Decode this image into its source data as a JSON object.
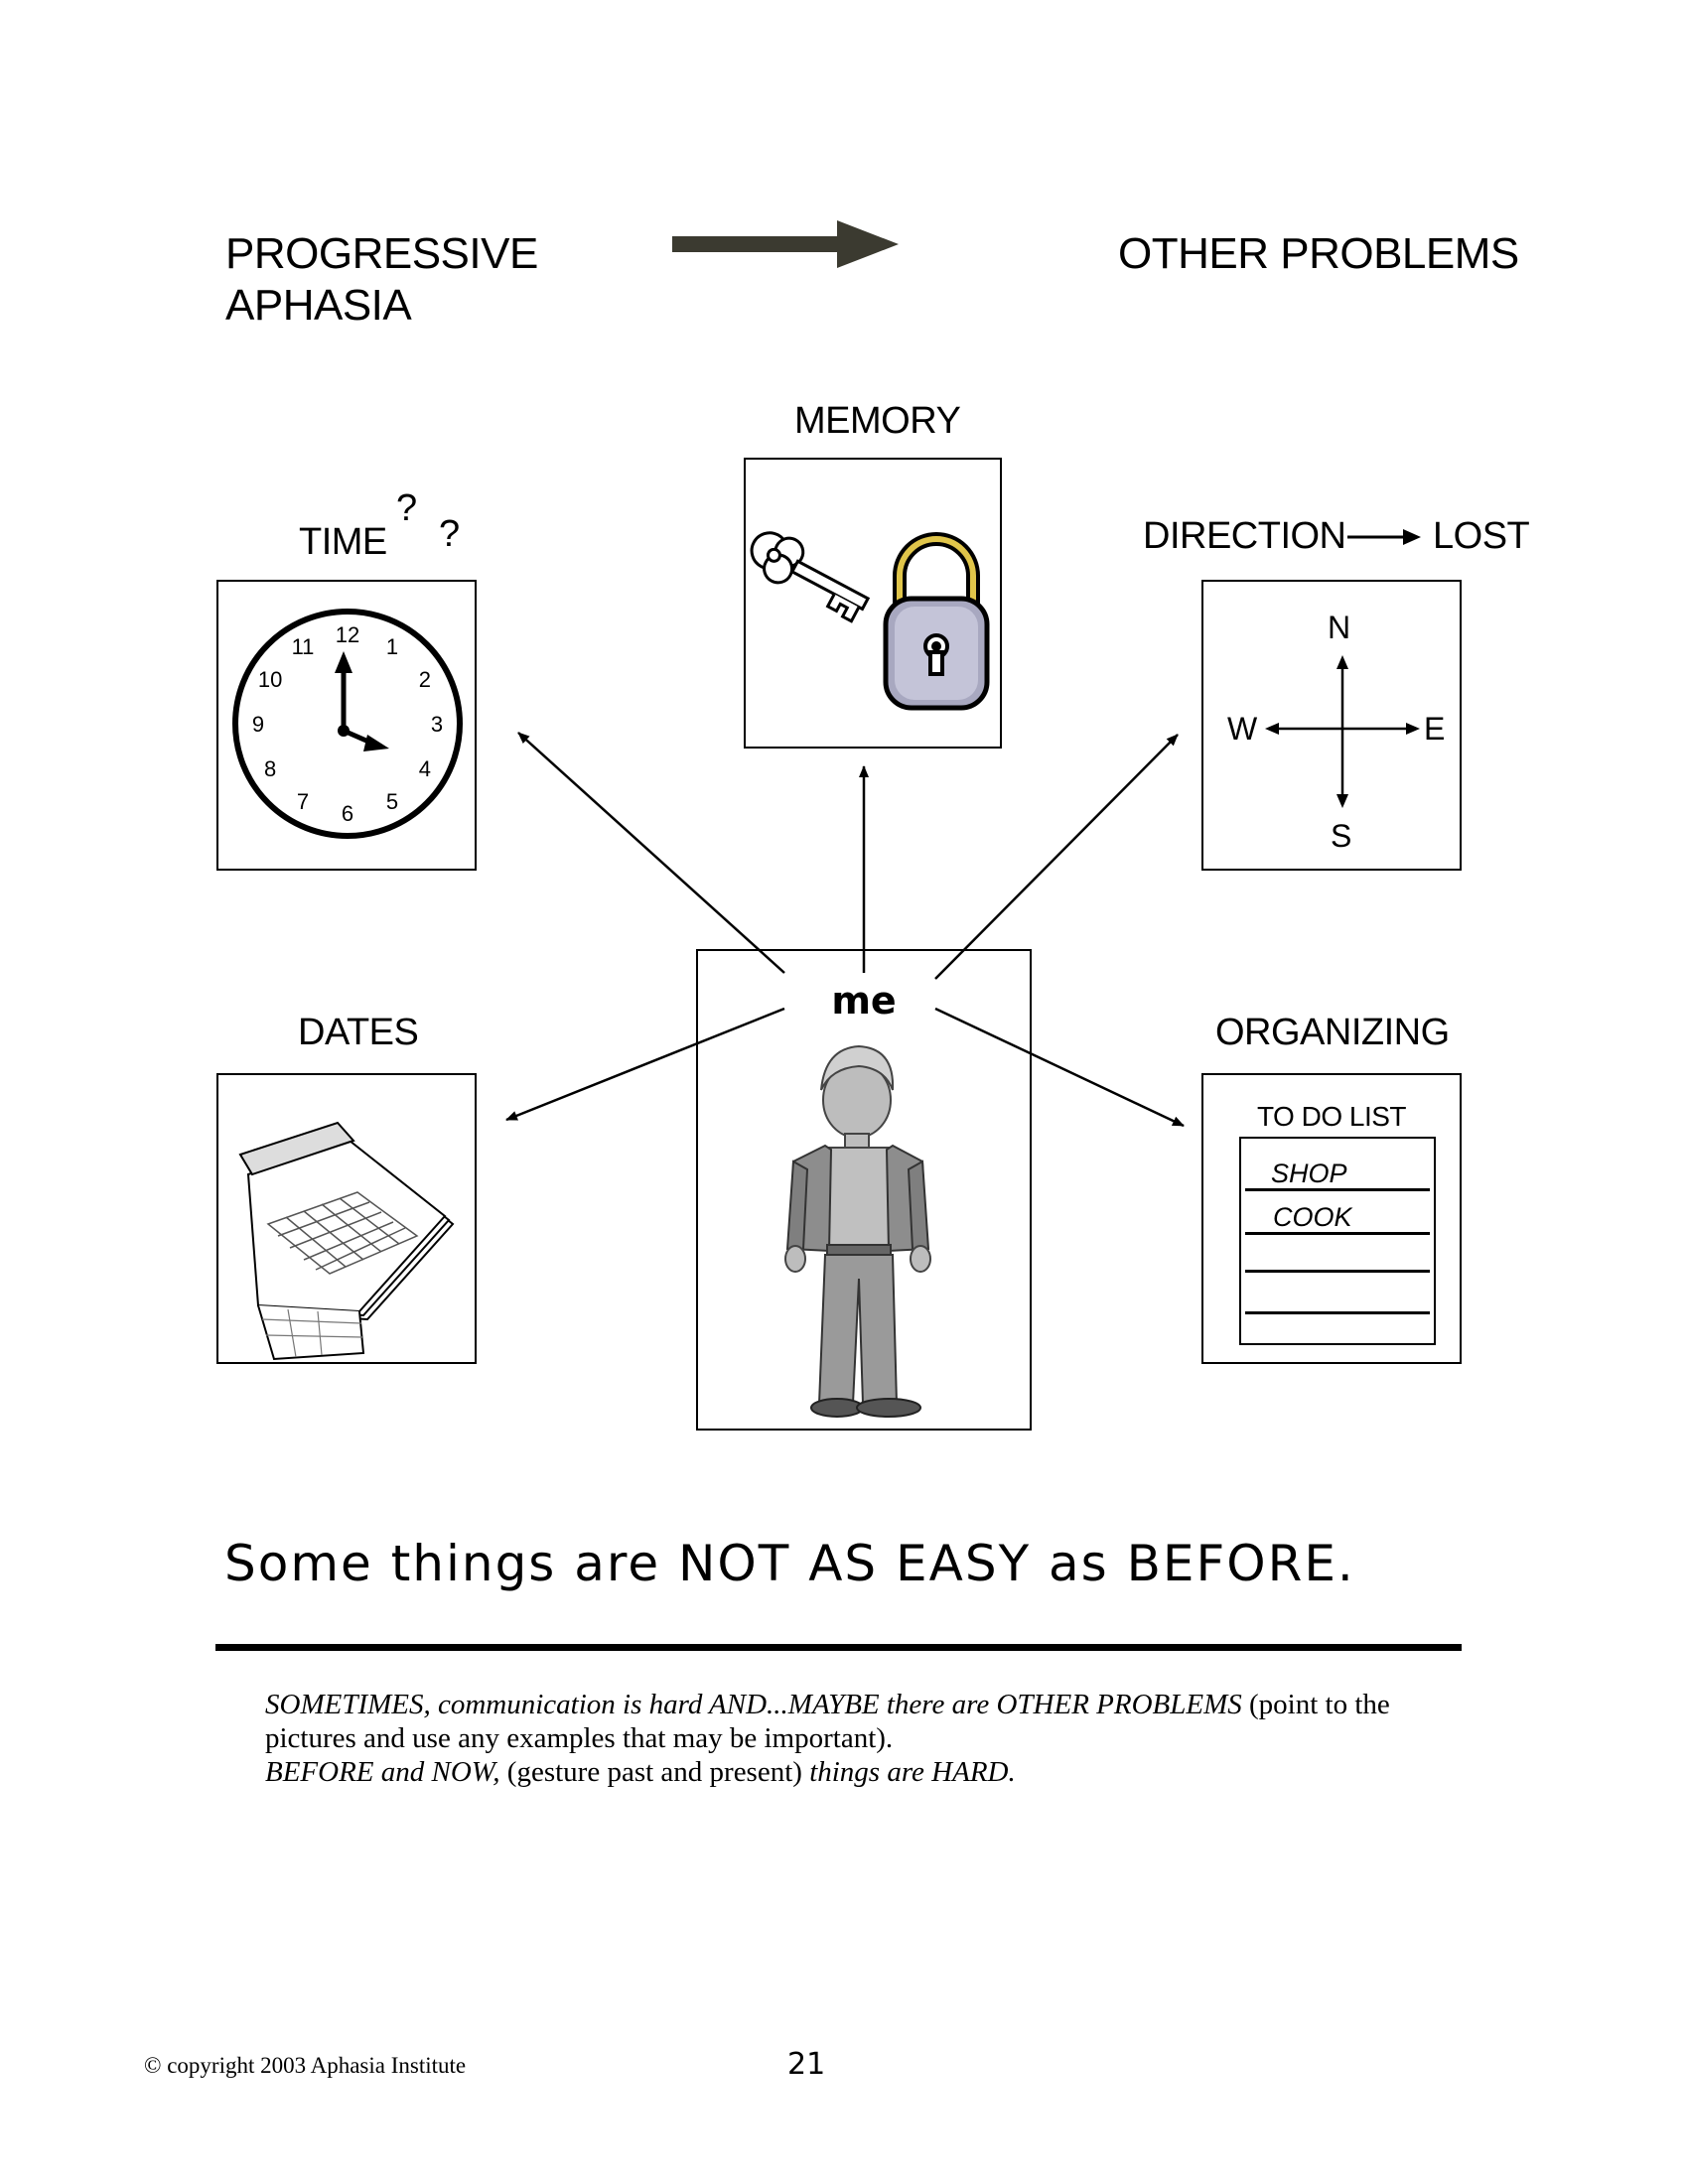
{
  "header": {
    "left_line1": "PROGRESSIVE",
    "left_line2": "APHASIA",
    "right": "OTHER PROBLEMS"
  },
  "labels": {
    "memory": "MEMORY",
    "time": "TIME",
    "time_marks": [
      "?",
      "?"
    ],
    "direction": "DIRECTION",
    "lost": "LOST",
    "dates": "DATES",
    "organizing": "ORGANIZING",
    "me": "me"
  },
  "clock": {
    "numbers": [
      "12",
      "1",
      "2",
      "3",
      "4",
      "5",
      "6",
      "7",
      "8",
      "9",
      "10",
      "11"
    ]
  },
  "compass": {
    "n": "N",
    "e": "E",
    "s": "S",
    "w": "W"
  },
  "todo": {
    "title": "TO DO LIST",
    "items": [
      "SHOP",
      "COOK"
    ]
  },
  "tagline": "Some things are NOT AS EASY as BEFORE.",
  "instructions": {
    "p1_a": "SOMETIMES, communication is hard AND...MAYBE there are OTHER PROBLEMS",
    "p1_b": " (point to the pictures and use any examples that may be important).",
    "p2_a": "BEFORE and NOW,",
    "p2_b": " (gesture past and present) ",
    "p2_c": "things are HARD."
  },
  "footer": {
    "copyright": "© copyright 2003  Aphasia Institute",
    "page_number": "21"
  },
  "colors": {
    "header_arrow": "#3b3a30",
    "figure_gray": "#9a9a9a",
    "lock_body": "#a8a8c0",
    "lock_shackle": "#e0c54a"
  }
}
